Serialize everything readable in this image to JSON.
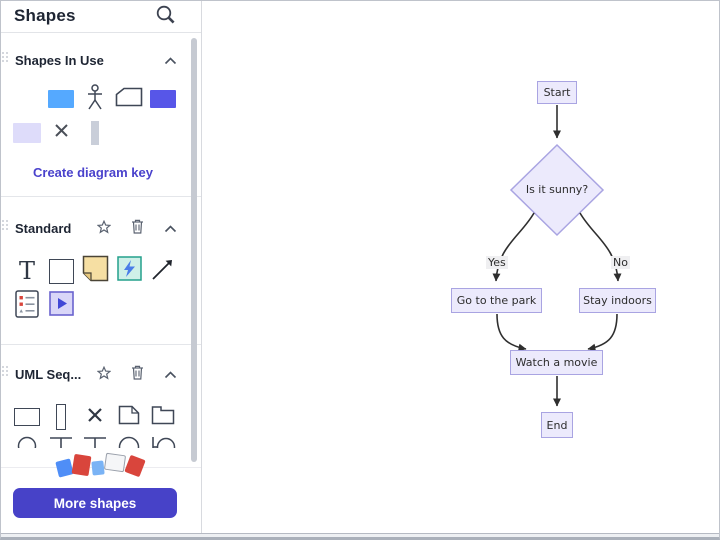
{
  "panel": {
    "title": "Shapes",
    "sections": [
      {
        "id": "in_use",
        "title": "Shapes In Use",
        "link": "Create diagram key"
      },
      {
        "id": "standard",
        "title": "Standard"
      },
      {
        "id": "uml",
        "title": "UML Seq..."
      }
    ],
    "more_shapes_button": "More shapes"
  },
  "canvas": {
    "flowchart": {
      "start": "Start",
      "decision": "Is it sunny?",
      "yes_label": "Yes",
      "no_label": "No",
      "branch_yes": "Go to the park",
      "branch_no": "Stay indoors",
      "merge": "Watch a movie",
      "end": "End"
    }
  },
  "colors": {
    "accent_indigo": "#4742c8",
    "link_indigo": "#4a42cc",
    "swatch_blue": "#55a9ff",
    "swatch_indigo": "#5756e8",
    "swatch_lavender": "#dedcfa",
    "node_fill": "#eceafc",
    "node_border": "#a9a4e2",
    "arrow_stroke": "#2f2f2f"
  }
}
